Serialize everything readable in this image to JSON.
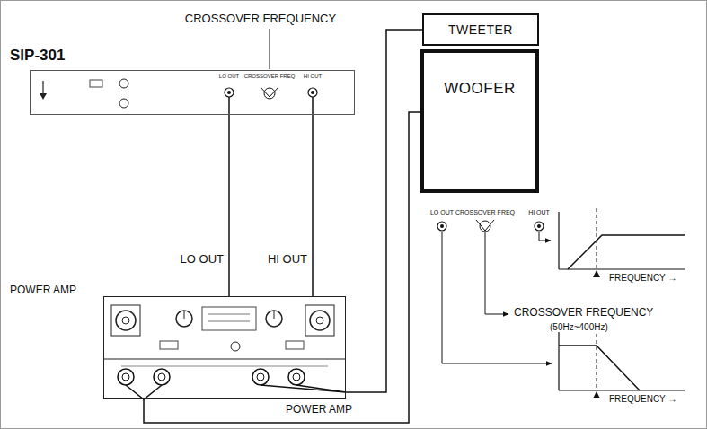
{
  "diagram": {
    "nodes": [
      {
        "text": [
          "SIP-301"
        ]
      },
      {
        "text": [
          "POWER AMP"
        ]
      },
      {
        "text": [
          "TWEETER"
        ]
      },
      {
        "text": [
          "WOOFER"
        ]
      }
    ],
    "edges": [
      {
        "from": 0,
        "to": 1,
        "arrow": "none",
        "label": "LO OUT"
      },
      {
        "from": 0,
        "to": 1,
        "arrow": "none",
        "label": "HI OUT"
      },
      {
        "from": 1,
        "to": 3,
        "arrow": "none"
      },
      {
        "from": 1,
        "to": 2,
        "arrow": "none"
      }
    ],
    "labels": [
      "CROSSOVER FREQUENCY",
      "LO OUT",
      "CROSSOVER FREQ",
      "HI OUT",
      "POWER AMP",
      "LO OUT",
      "CROSSOVER FREQ",
      "HI OUT",
      "FREQUENCY →",
      "CROSSOVER FREQUENCY",
      "(50Hz~400Hz)",
      "FREQUENCY →"
    ]
  }
}
